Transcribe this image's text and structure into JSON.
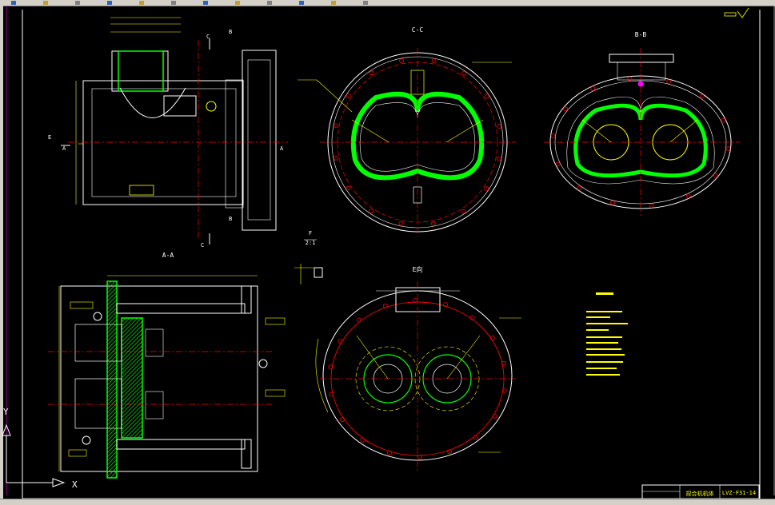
{
  "toolbar": {
    "icons": [
      "new-icon",
      "open-icon",
      "save-icon",
      "print-icon",
      "cut-icon",
      "copy-icon",
      "paste-icon",
      "undo-icon",
      "redo-icon",
      "pan-icon",
      "zoom-icon",
      "properties-icon"
    ]
  },
  "views": {
    "cc": "C-C",
    "bb": "B-B",
    "aa": "A-A",
    "e_view": "E向",
    "detail_f": "F",
    "detail_scale": "2:1"
  },
  "section_markers": {
    "c": "C",
    "b": "B",
    "e": "E",
    "a": "A"
  },
  "title_block": {
    "drawing_name": "捏合机机体",
    "drawing_number": "LVZ-F31-14"
  },
  "ucs": {
    "x_label": "X",
    "y_label": "Y"
  },
  "colors": {
    "background": "#000000",
    "outline": "#ffffff",
    "dimension": "#ffff00",
    "centerline": "#ff0000",
    "hatch": "#00ff00",
    "grip": "#ff00ff"
  }
}
